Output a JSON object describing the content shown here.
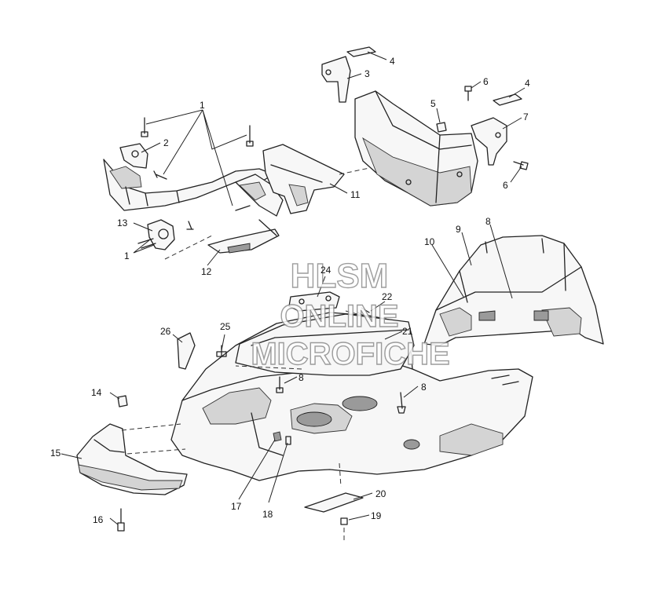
{
  "watermark": {
    "line1": "HLSM",
    "line2": "ONLINE",
    "line3": "MICROFICHE"
  },
  "callouts": {
    "c1a": "1",
    "c1b": "1",
    "c2": "2",
    "c3": "3",
    "c4a": "4",
    "c4b": "4",
    "c5": "5",
    "c6a": "6",
    "c6b": "6",
    "c7": "7",
    "c8a": "8",
    "c8b": "8",
    "c8c": "8",
    "c9": "9",
    "c10": "10",
    "c11": "11",
    "c12": "12",
    "c13": "13",
    "c14": "14",
    "c15": "15",
    "c16": "16",
    "c17": "17",
    "c18": "18",
    "c19": "19",
    "c20": "20",
    "c21": "21",
    "c22": "22",
    "c24": "24",
    "c25": "25",
    "c26": "26"
  },
  "colors": {
    "line": "#222222",
    "background": "#ffffff",
    "watermark_stroke": "#8c8c8c"
  }
}
